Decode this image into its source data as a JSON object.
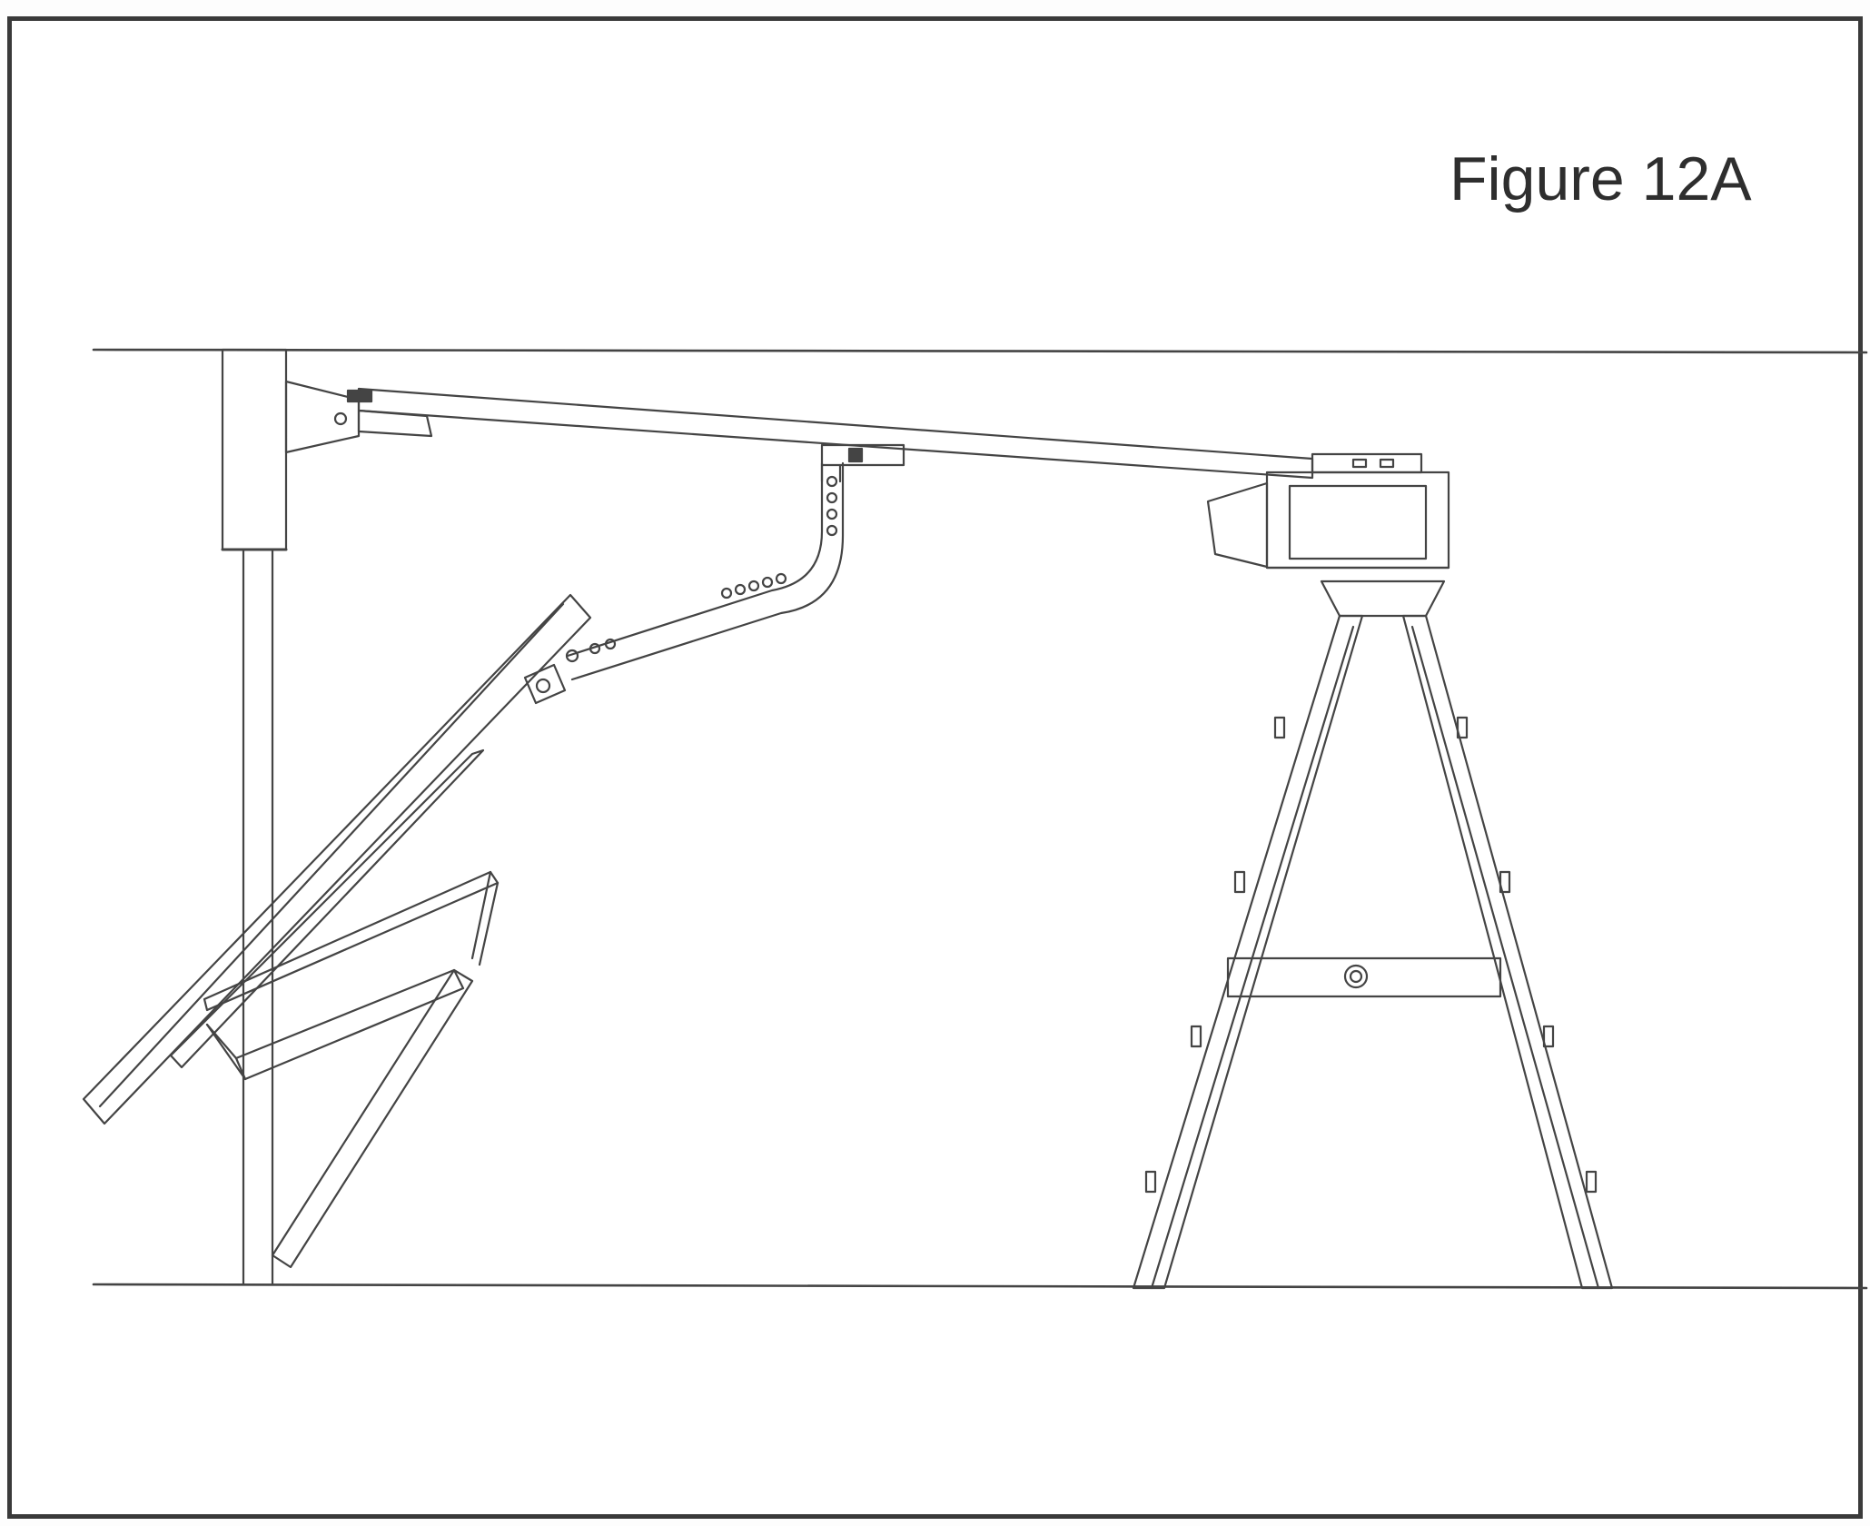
{
  "figure": {
    "title": "Figure 12A"
  },
  "colors": {
    "line": "#444444",
    "frame": "#3a3a3a",
    "background": "#ffffff"
  },
  "components": [
    "ceiling-line",
    "floor-line",
    "door-frame-post",
    "header-bracket",
    "opener-rail",
    "trolley",
    "curved-door-arm",
    "straight-door-arm",
    "garage-door-panel",
    "door-track",
    "door-spring",
    "opener-motor-unit",
    "stepladder"
  ]
}
